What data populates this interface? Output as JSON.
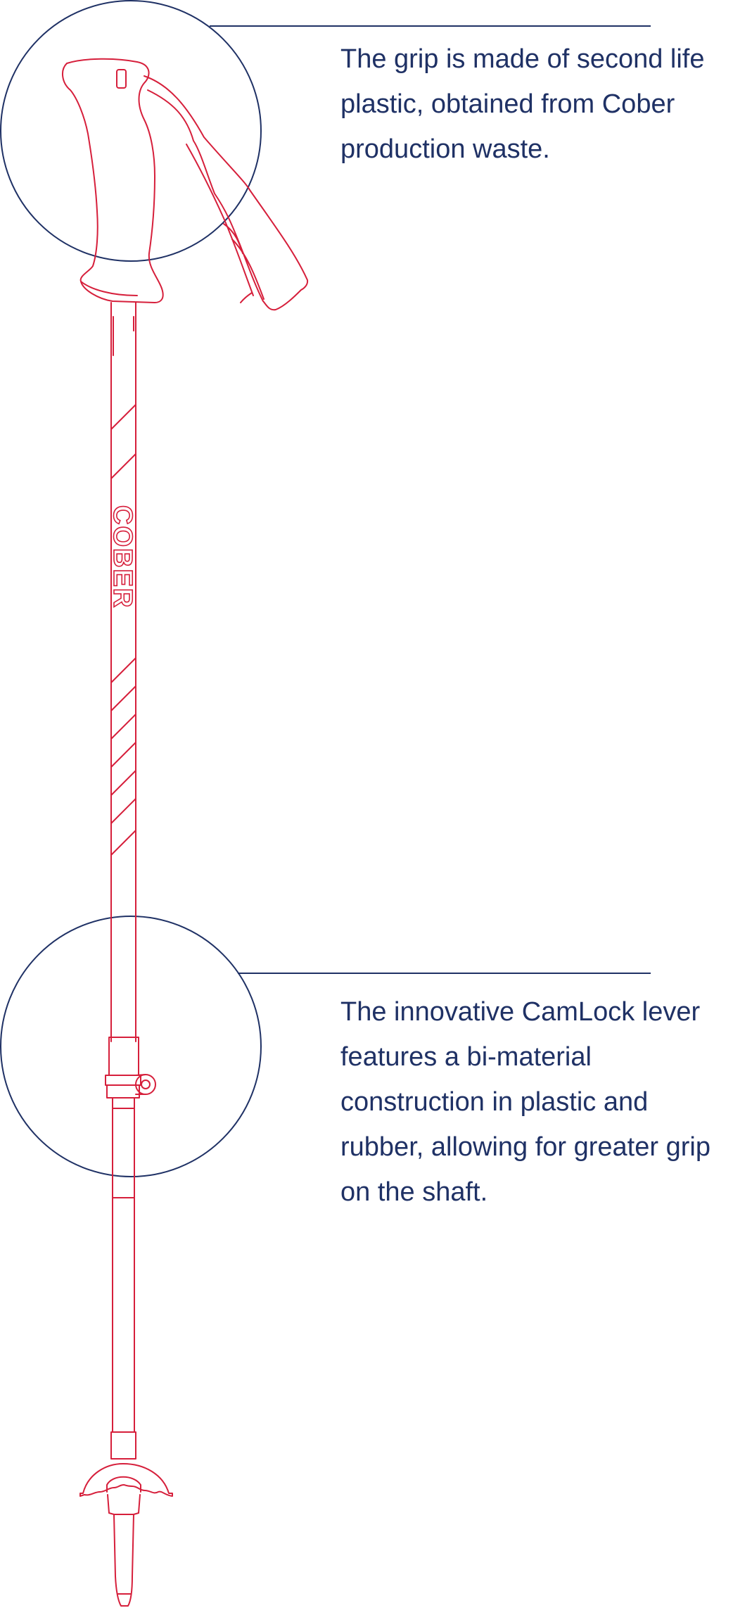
{
  "colors": {
    "pole": "#d61f3b",
    "callout": "#1f3165"
  },
  "illustration": {
    "brand_lettering": "COBER"
  },
  "callouts": [
    {
      "id": "grip",
      "text": "The grip is made of second life plastic, obtained from Cober production waste."
    },
    {
      "id": "camlock",
      "text": "The innovative CamLock lever features a bi-material construction in plastic and rubber, allowing for greater grip on the shaft."
    }
  ]
}
